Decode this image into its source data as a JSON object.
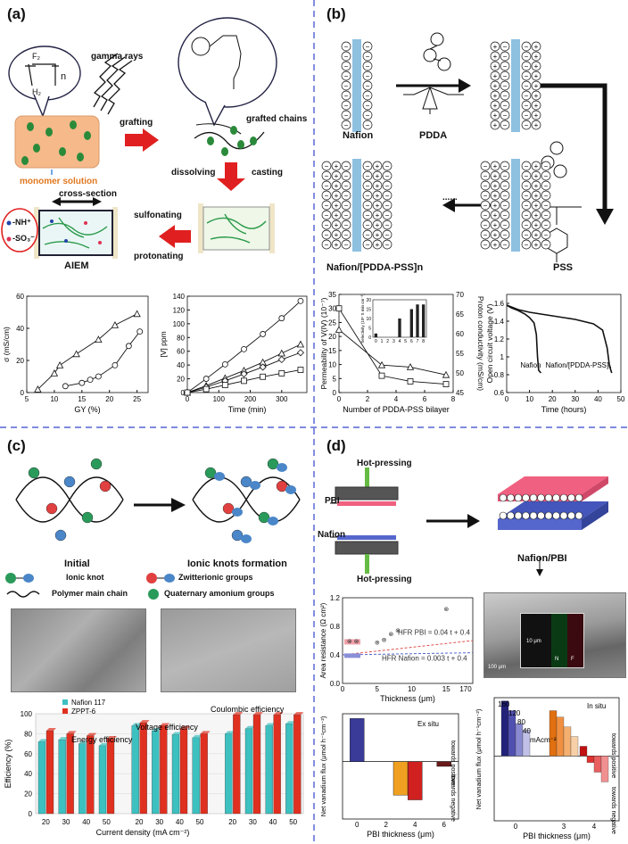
{
  "figure": {
    "panel_labels": [
      "(a)",
      "(b)",
      "(c)",
      "(d)"
    ],
    "divider_color": "#3344cc"
  },
  "a": {
    "gamma_rays": "gamma rays",
    "polymer_sub": "n",
    "f2": "F₂",
    "h2": "H₂",
    "monomer_solution": "monomer solution",
    "grafting": "grafting",
    "grafted_chains": "grafted chains",
    "dissolving": "dissolving",
    "casting": "casting",
    "cross_section": "cross-section",
    "nh": "-NH⁺",
    "so3": "-SO₃⁻",
    "sulfonating": "sulfonating",
    "protonating": "protonating",
    "aiem": "AIEM",
    "colors": {
      "orange": "#f6b98a",
      "green": "#2a8a3a",
      "red": "#e02020"
    }
  },
  "b": {
    "nafion": "Nafion",
    "pdda": "PDDA",
    "pss": "PSS",
    "nafion_pdda_pss": "Nafion/[PDDA-PSS]n",
    "dots": "......",
    "plus": "+",
    "minus": "−",
    "colors": {
      "membrane": "#8ec0e0"
    }
  },
  "c": {
    "initial": "Initial",
    "ionic_knots_formation": "Ionic knots formation",
    "ionic_knot": "Ionic knot",
    "zwitterionic_groups": "Zwitterionic groups",
    "polymer_main_chain": "Polymer main chain",
    "quaternary_groups": "Quaternary amonium groups"
  },
  "d": {
    "hot_pressing_top": "Hot-pressing",
    "hot_pressing_bottom": "Hot-pressing",
    "pbi": "PBI",
    "nafion": "Nafion",
    "nafion_pbi": "Nafion/PBI",
    "sem_scale": "100 μm",
    "sem_inset_scale": "10 μm",
    "sem_n": "N",
    "sem_f": "F",
    "colors": {
      "pbi": "#f06080",
      "nafion": "#5566cc",
      "green": "#66bb44"
    }
  },
  "chart_data": [
    {
      "id": "a_sigma",
      "type": "line",
      "xlabel": "GY (%)",
      "ylabel": "σ (mS/cm)",
      "xlim": [
        5,
        27
      ],
      "ylim": [
        0,
        60
      ],
      "xticks": [
        5,
        10,
        15,
        20,
        25
      ],
      "yticks": [
        0,
        20,
        40,
        60
      ],
      "series": [
        {
          "marker": "triangle",
          "x": [
            7,
            10,
            11,
            14,
            18,
            21,
            25
          ],
          "y": [
            2,
            12,
            17,
            24,
            33,
            42,
            49
          ]
        },
        {
          "marker": "circle",
          "x": [
            12,
            15,
            16.5,
            18,
            21,
            23.5,
            25.5
          ],
          "y": [
            4,
            6,
            8,
            10,
            17,
            29,
            38
          ]
        }
      ]
    },
    {
      "id": "a_v",
      "type": "line",
      "xlabel": "Time (min)",
      "ylabel": "[V] ppm",
      "xlim": [
        0,
        380
      ],
      "ylim": [
        0,
        140
      ],
      "xticks": [
        0,
        100,
        200,
        300
      ],
      "yticks": [
        0,
        20,
        40,
        60,
        80,
        100,
        120,
        140
      ],
      "series": [
        {
          "marker": "circle",
          "x": [
            0,
            60,
            120,
            180,
            240,
            300,
            360
          ],
          "y": [
            0,
            20,
            41,
            63,
            85,
            108,
            133
          ]
        },
        {
          "marker": "triangle",
          "x": [
            0,
            60,
            120,
            180,
            240,
            300,
            360
          ],
          "y": [
            0,
            10,
            21,
            32,
            44,
            57,
            70
          ]
        },
        {
          "marker": "diamond",
          "x": [
            0,
            60,
            120,
            180,
            240,
            300,
            360
          ],
          "y": [
            0,
            8,
            17,
            27,
            37,
            48,
            58
          ]
        },
        {
          "marker": "square",
          "x": [
            0,
            60,
            120,
            180,
            240,
            300,
            360
          ],
          "y": [
            0,
            5,
            11,
            17,
            23,
            28,
            33
          ]
        }
      ]
    },
    {
      "id": "b_perm",
      "type": "line",
      "xlabel": "Number of PDDA-PSS bilayer",
      "ylabel": "Permeability of V(IV) (10⁻⁷)",
      "y2label": "Proton conductivity (mS/cm)",
      "xlim": [
        0,
        8
      ],
      "ylim": [
        0,
        35
      ],
      "y2lim": [
        45,
        70
      ],
      "xticks": [
        0,
        2,
        4,
        6,
        8
      ],
      "yticks": [
        0,
        5,
        10,
        15,
        20,
        25,
        30,
        35
      ],
      "y2ticks": [
        45,
        50,
        55,
        60,
        65,
        70
      ],
      "series": [
        {
          "marker": "square",
          "axis": "left",
          "x": [
            0,
            3,
            5,
            7.5
          ],
          "y": [
            30,
            6,
            4,
            3
          ]
        },
        {
          "marker": "triangle",
          "axis": "right",
          "x": [
            0,
            3,
            5,
            7.5
          ],
          "y": [
            61,
            52,
            51.5,
            49.5
          ]
        }
      ],
      "inset": {
        "type": "bar",
        "ylabel": "Selectivity (10⁵ S min cm⁻³)",
        "categories": [
          "0",
          "1",
          "2",
          "3",
          "4",
          "5",
          "6",
          "7",
          "8"
        ],
        "values": [
          2,
          0,
          0,
          0,
          10,
          0,
          15,
          17.5,
          17.5
        ],
        "yticks": [
          0,
          5,
          10,
          15,
          20
        ]
      }
    },
    {
      "id": "b_ocv",
      "type": "line",
      "xlabel": "Time (hours)",
      "ylabel": "Open circuit voltage (V)",
      "xlim": [
        0,
        50
      ],
      "ylim": [
        0.6,
        1.7
      ],
      "xticks": [
        0,
        10,
        20,
        30,
        40,
        50
      ],
      "yticks": [
        0.6,
        0.8,
        1.0,
        1.2,
        1.4,
        1.6
      ],
      "series": [
        {
          "name": "Nafion",
          "x": [
            0,
            2,
            5,
            8,
            10,
            12,
            13,
            13.5,
            14,
            15
          ],
          "y": [
            1.58,
            1.55,
            1.52,
            1.48,
            1.44,
            1.38,
            1.25,
            1.0,
            0.85,
            0.82
          ]
        },
        {
          "name": "Nafion/[PDDA-PSS]₅",
          "x": [
            0,
            5,
            10,
            20,
            30,
            38,
            42,
            44,
            45,
            46
          ],
          "y": [
            1.58,
            1.53,
            1.5,
            1.46,
            1.42,
            1.37,
            1.3,
            1.1,
            0.9,
            0.82
          ]
        }
      ]
    },
    {
      "id": "c_eff",
      "type": "bar",
      "xlabel": "Current density (mA cm⁻²)",
      "ylabel": "Efficiency (%)",
      "ylim": [
        0,
        100
      ],
      "yticks": [
        0,
        20,
        40,
        60,
        80,
        100
      ],
      "groups": [
        "Energy efficiency",
        "Voltage efficiency",
        "Coulombic efficiency"
      ],
      "categories": [
        "20",
        "30",
        "40",
        "50",
        "20",
        "30",
        "40",
        "50",
        "20",
        "30",
        "40",
        "50"
      ],
      "series": [
        {
          "name": "Nafion 117",
          "color": "#3cc0c0",
          "values": [
            72,
            74,
            70,
            68,
            88,
            83,
            79,
            76,
            80,
            85,
            88,
            90
          ]
        },
        {
          "name": "ZPPT-6",
          "color": "#e03020",
          "values": [
            83,
            80,
            78,
            75,
            91,
            88,
            85,
            80,
            99,
            99,
            99,
            99
          ]
        }
      ]
    },
    {
      "id": "d_hfr",
      "type": "scatter",
      "xlabel": "Thickness (μm)",
      "ylabel": "Area resistance (Ω cm²)",
      "ylim": [
        0.0,
        1.2
      ],
      "xticks": [
        0,
        5,
        10,
        15,
        170
      ],
      "yticks": [
        0.0,
        0.4,
        0.8,
        1.2
      ],
      "annotations": [
        "HFR PBI = 0.04 t + 0.4",
        "HFR Nafion = 0.003 t + 0.4"
      ],
      "series": [
        {
          "name": "PBI",
          "x": [
            1,
            2,
            5,
            6,
            7,
            8,
            15
          ],
          "y": [
            0.6,
            0.6,
            0.58,
            0.62,
            0.7,
            0.75,
            1.05
          ]
        },
        {
          "name": "Nafion",
          "x": [
            1,
            2,
            5,
            8,
            15
          ],
          "y": [
            0.4,
            0.4,
            0.42,
            0.42,
            0.45
          ]
        }
      ]
    },
    {
      "id": "d_exsitu",
      "type": "bar",
      "title": "Ex situ",
      "xlabel": "PBI thickness (μm)",
      "ylabel": "Net vanadium flux (μmol h⁻¹cm⁻²)",
      "ylim": [
        -60,
        50
      ],
      "xticks": [
        0,
        2,
        4,
        6
      ],
      "annotations": [
        "towards positive",
        "towards negative"
      ],
      "categories": [
        "0",
        "3",
        "4",
        "6"
      ],
      "values": [
        45,
        -35,
        -40,
        -5
      ]
    },
    {
      "id": "d_insitu",
      "type": "bar",
      "title": "In situ",
      "xlabel": "PBI thickness (μm)",
      "ylabel": "Net vanadium flux (μmol h⁻¹cm⁻²)",
      "ylim": [
        -20,
        18
      ],
      "xticks": [
        0,
        3,
        4
      ],
      "annotations": [
        "160",
        "120",
        "80",
        "40",
        "mAcm⁻²",
        "towards positive",
        "towards negative"
      ],
      "series": [
        {
          "name": "160",
          "values": [
            17,
            14,
            3
          ]
        },
        {
          "name": "120",
          "values": [
            14,
            12,
            -2
          ]
        },
        {
          "name": "80",
          "values": [
            10,
            9,
            -5
          ]
        },
        {
          "name": "40",
          "values": [
            8,
            6,
            -8
          ]
        }
      ]
    }
  ]
}
